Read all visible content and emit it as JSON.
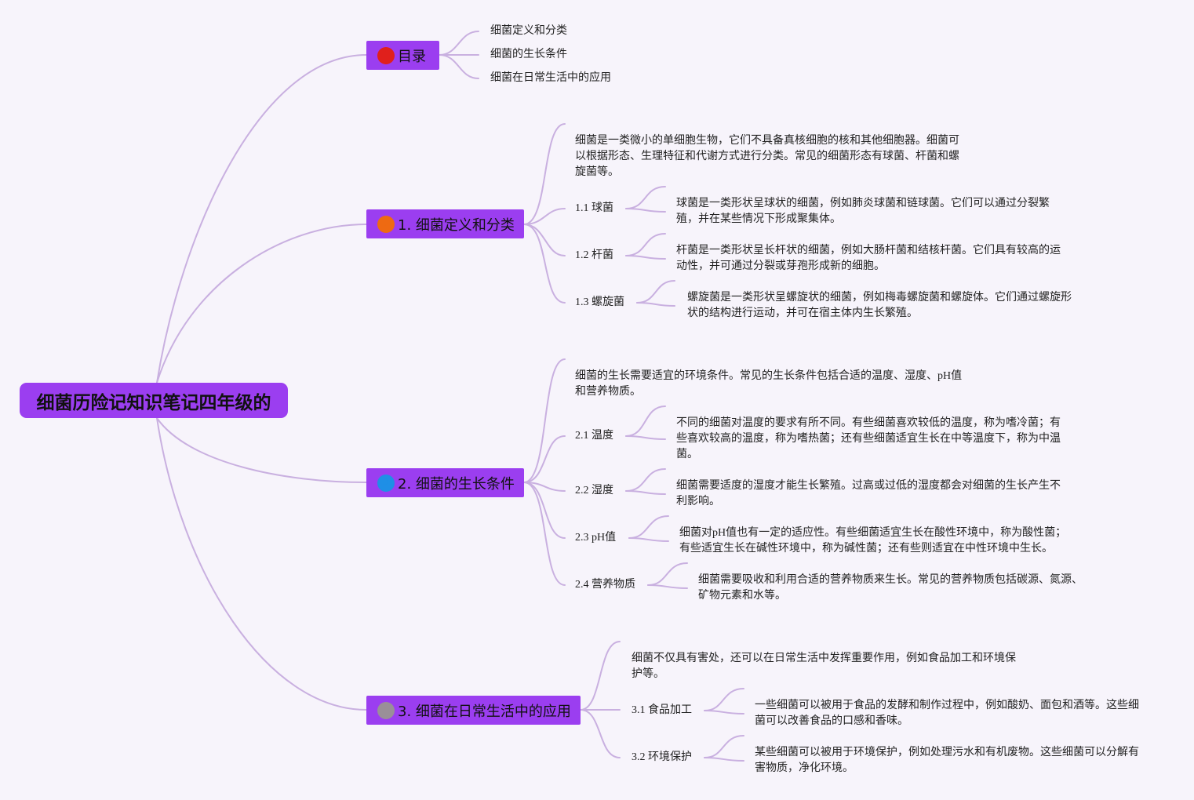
{
  "root": "细菌历险记知识笔记四年级的",
  "toc": {
    "badge": "1",
    "label": "目录",
    "items": [
      "细菌定义和分类",
      "细菌的生长条件",
      "细菌在日常生活中的应用"
    ]
  },
  "sec1": {
    "badge": "2",
    "label": "1. 细菌定义和分类",
    "intro": "细菌是一类微小的单细胞生物，它们不具备真核细胞的核和其他细胞器。细菌可以根据形态、生理特征和代谢方式进行分类。常见的细菌形态有球菌、杆菌和螺旋菌等。",
    "subs": [
      {
        "label": "1.1 球菌",
        "text": "球菌是一类形状呈球状的细菌，例如肺炎球菌和链球菌。它们可以通过分裂繁殖，并在某些情况下形成聚集体。"
      },
      {
        "label": "1.2 杆菌",
        "text": "杆菌是一类形状呈长杆状的细菌，例如大肠杆菌和结核杆菌。它们具有较高的运动性，并可通过分裂或芽孢形成新的细胞。"
      },
      {
        "label": "1.3 螺旋菌",
        "text": "螺旋菌是一类形状呈螺旋状的细菌，例如梅毒螺旋菌和螺旋体。它们通过螺旋形状的结构进行运动，并可在宿主体内生长繁殖。"
      }
    ]
  },
  "sec2": {
    "badge": "3",
    "label": "2. 细菌的生长条件",
    "intro": "细菌的生长需要适宜的环境条件。常见的生长条件包括合适的温度、湿度、pH值和营养物质。",
    "subs": [
      {
        "label": "2.1 温度",
        "text": "不同的细菌对温度的要求有所不同。有些细菌喜欢较低的温度，称为嗜冷菌；有些喜欢较高的温度，称为嗜热菌；还有些细菌适宜生长在中等温度下，称为中温菌。"
      },
      {
        "label": "2.2 湿度",
        "text": "细菌需要适度的湿度才能生长繁殖。过高或过低的湿度都会对细菌的生长产生不利影响。"
      },
      {
        "label": "2.3 pH值",
        "text": "细菌对pH值也有一定的适应性。有些细菌适宜生长在酸性环境中，称为酸性菌；有些适宜生长在碱性环境中，称为碱性菌；还有些则适宜在中性环境中生长。"
      },
      {
        "label": "2.4 营养物质",
        "text": "细菌需要吸收和利用合适的营养物质来生长。常见的营养物质包括碳源、氮源、矿物元素和水等。"
      }
    ]
  },
  "sec3": {
    "badge": "4",
    "label": "3. 细菌在日常生活中的应用",
    "intro": "细菌不仅具有害处，还可以在日常生活中发挥重要作用，例如食品加工和环境保护等。",
    "subs": [
      {
        "label": "3.1 食品加工",
        "text": "一些细菌可以被用于食品的发酵和制作过程中，例如酸奶、面包和酒等。这些细菌可以改善食品的口感和香味。"
      },
      {
        "label": "3.2 环境保护",
        "text": "某些细菌可以被用于环境保护，例如处理污水和有机废物。这些细菌可以分解有害物质，净化环境。"
      }
    ]
  },
  "colors": {
    "node": "#9b3ef0",
    "link": "#c9b0e0",
    "badge1": "#e0201c",
    "badge2": "#ee6a12",
    "badge3": "#1f8fe6",
    "badge4": "#9a8f98"
  }
}
